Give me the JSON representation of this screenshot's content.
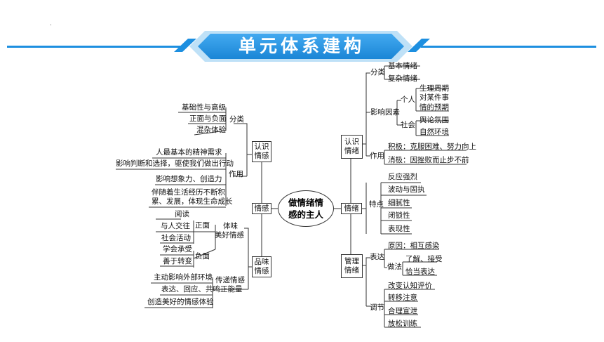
{
  "banner": {
    "title": "单元体系建构",
    "dot": "."
  },
  "center": "做情绪情感的主人",
  "left": {
    "renshi": "认识情感",
    "qinggan": "情感",
    "pinwei": "品味情感",
    "fenlei": "分类",
    "zuoyong": "作用",
    "fenlei_items": [
      "基础性与高级",
      "正面与负面",
      "混杂体验"
    ],
    "zuoyong_items": [
      "人最基本的精神需求",
      "影响判断和选择，驱使我们做出行动",
      "影响想象力、创造力",
      "伴随着生活经历不断积",
      "累、发展，体现生命成长"
    ],
    "yuedu": "阅读",
    "yu_ren": "与人交往",
    "zhengmian": "正面",
    "shehui": "社会活动",
    "tiwei_1": "体味",
    "tiwei_2": "美好情感",
    "xuehui": "学会承受",
    "fumian": "负面",
    "shanyu": "善于转变",
    "zhudong": "主动影响外部环境",
    "chuandi_1": "传递情感",
    "chuandi_2": "正能量",
    "biaoda": "表达、回应、共鸣",
    "chuangzao": "创造美好的情感体验"
  },
  "right": {
    "renshi_qingxu": "认识情绪",
    "qingxu": "情绪",
    "guanli": "管理情绪",
    "fenlei": "分类",
    "jiben": "基本情绪",
    "fuza": "复杂情绪",
    "yingxiang": "影响因素",
    "geren": "个人",
    "shenli": "生理周期",
    "dui_1": "对某件事",
    "dui_2": "情的预期",
    "shehui": "社会",
    "yulun": "舆论氛围",
    "ziran": "自然环境",
    "zuoyong": "作用",
    "jiji": "积极：克服困难、努力向上",
    "xiaoji": "消极：因挫败而止步不前",
    "tedian": "特点",
    "tedian_items": [
      "反应强烈",
      "波动与固执",
      "细腻性",
      "闭锁性",
      "表现性"
    ],
    "biaoda": "表达",
    "yuanyin": "原因：相互感染",
    "zuofa": "做法",
    "liaojie": "了解、接受",
    "qiadang": "恰当表达",
    "tiaojie": "调节",
    "tiaojie_items": [
      "改变认知评价",
      "转移注意",
      "合理宣泄",
      "放松训练"
    ]
  },
  "colors": {
    "banner": "#1d8fe0",
    "banner_light": "#7ec4f2",
    "line": "#333333"
  }
}
